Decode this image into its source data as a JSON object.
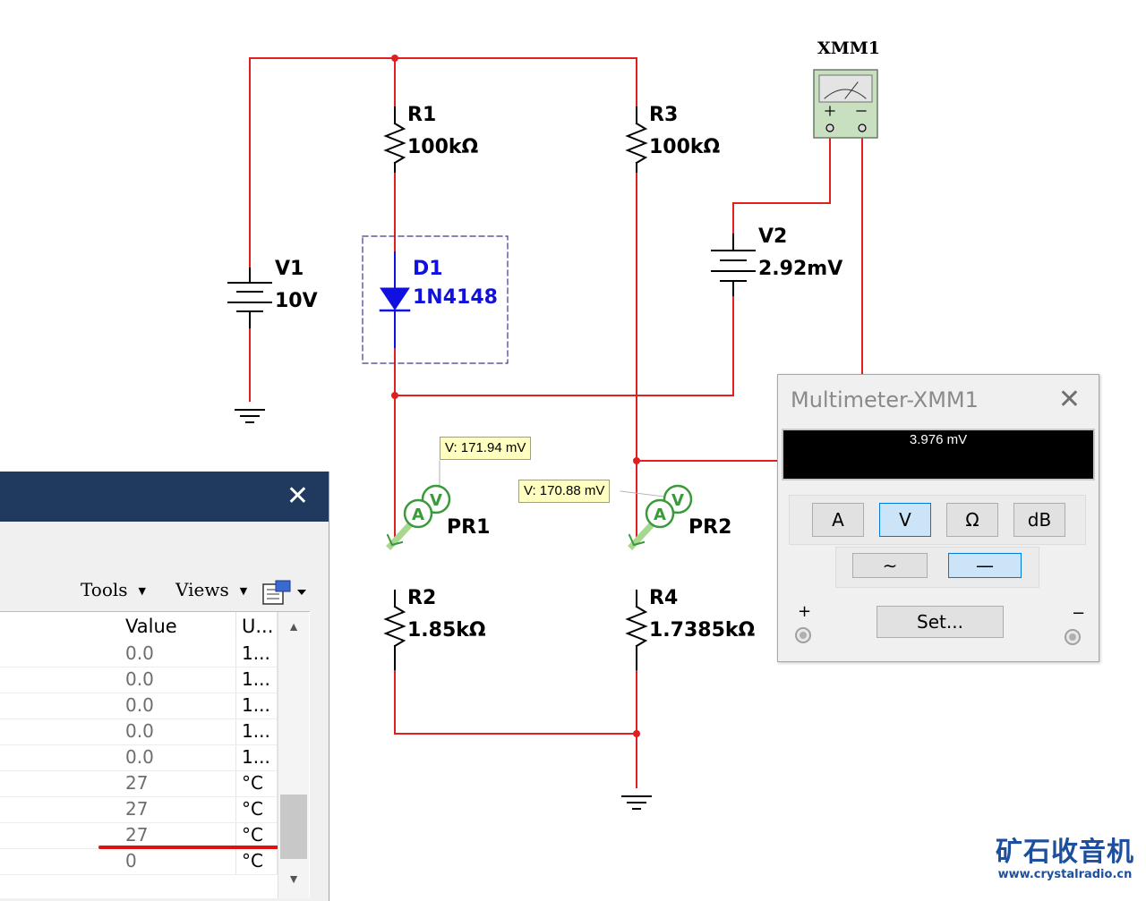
{
  "circuit": {
    "components": {
      "r1": {
        "name": "R1",
        "value": "100kΩ"
      },
      "r3": {
        "name": "R3",
        "value": "100kΩ"
      },
      "v1": {
        "name": "V1",
        "value": "10V"
      },
      "d1": {
        "name": "D1",
        "value": "1N4148"
      },
      "v2": {
        "name": "V2",
        "value": "2.92mV"
      },
      "r2": {
        "name": "R2",
        "value": "1.85kΩ"
      },
      "r4": {
        "name": "R4",
        "value": "1.7385kΩ"
      },
      "xmm1": {
        "name": "XMM1"
      }
    },
    "probes": {
      "pr1": {
        "name": "PR1",
        "reading": "V: 171.94 mV"
      },
      "pr2": {
        "name": "PR2",
        "reading": "V: 170.88 mV"
      }
    },
    "colors": {
      "wire": "#e02020",
      "diode": "#1010e0",
      "probe": "#3a9a3a",
      "meter_body": "#c8e0c0"
    }
  },
  "multimeter": {
    "title": "Multimeter-XMM1",
    "close_icon": "✕",
    "reading": "3.976 mV",
    "modes": [
      "A",
      "V",
      "Ω",
      "dB"
    ],
    "active_mode": "V",
    "signal_types": {
      "ac": "∼",
      "dc": "—"
    },
    "active_signal": "dc",
    "set_label": "Set...",
    "plus_label": "+",
    "minus_label": "−"
  },
  "properties_panel": {
    "close_icon": "✕",
    "menu": {
      "tools": "Tools",
      "views": "Views"
    },
    "columns": {
      "value": "Value",
      "unit": "U..."
    },
    "rows": [
      {
        "value": "0.0",
        "unit": "1..."
      },
      {
        "value": "0.0",
        "unit": "1..."
      },
      {
        "value": "0.0",
        "unit": "1..."
      },
      {
        "value": "0.0",
        "unit": "1..."
      },
      {
        "value": "0.0",
        "unit": "1..."
      },
      {
        "value": "27",
        "unit": "°C"
      },
      {
        "value": "27",
        "unit": "°C"
      },
      {
        "value": "27",
        "unit": "°C"
      },
      {
        "value": "0",
        "unit": "°C"
      }
    ],
    "highlight_color": "#e01010"
  },
  "watermark": {
    "name": "矿石收音机",
    "url": "www.crystalradio.cn"
  }
}
